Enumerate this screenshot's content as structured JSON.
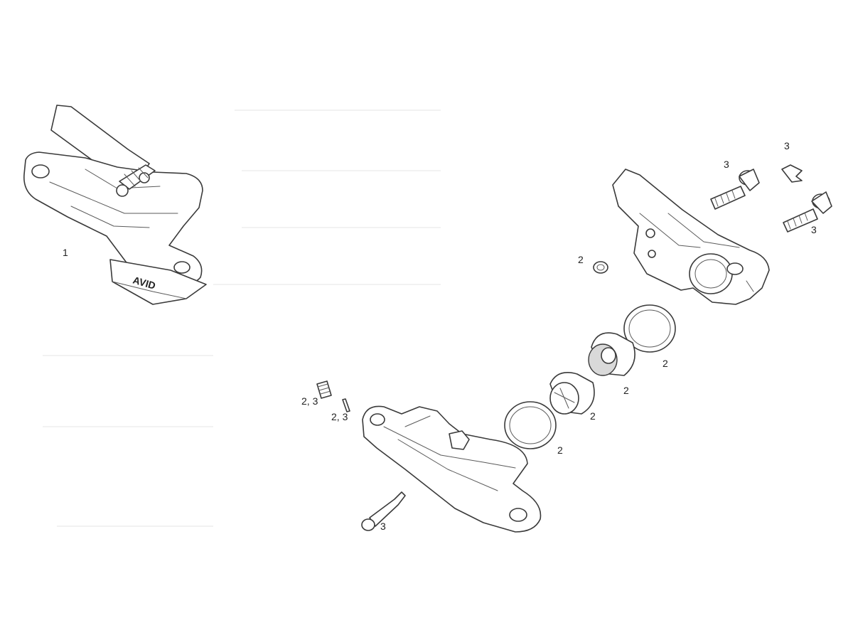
{
  "callouts": {
    "caliper_assembly": "1",
    "washer": "2",
    "top_bolt": "3",
    "clip": "3",
    "bottom_bolt": "3",
    "seal_outer": "2",
    "piston_1": "2",
    "piston_2": "2",
    "seal_inner": "2",
    "bleed_screw": "2, 3",
    "pin": "2, 3",
    "mount_bolt": "3"
  },
  "brand_mark": "AVID"
}
